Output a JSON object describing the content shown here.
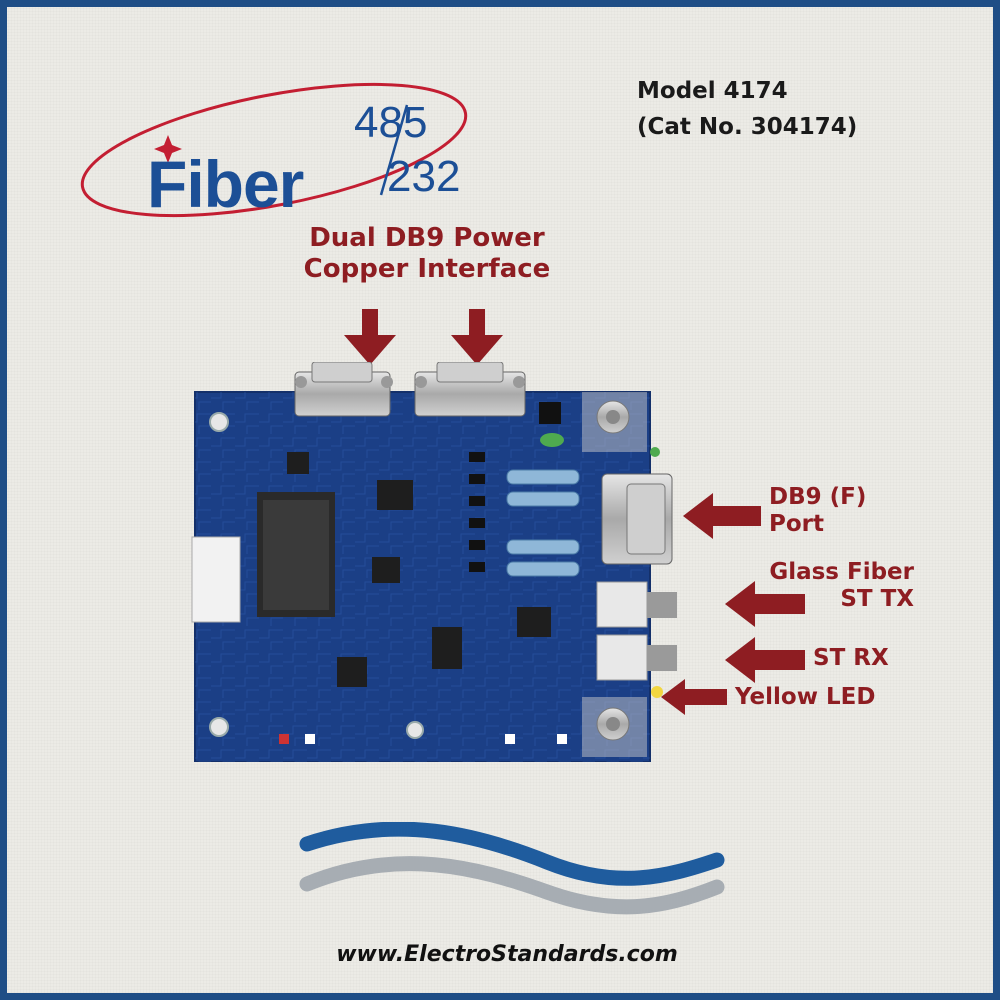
{
  "logo": {
    "word": "Fiber",
    "num_top": "485",
    "num_bottom": "232",
    "colors": {
      "ellipse": "#c31e32",
      "text": "#1c4f96"
    }
  },
  "model": {
    "line1": "Model 4174",
    "line2": "(Cat No. 304174)"
  },
  "callouts": {
    "top_line1": "Dual DB9 Power",
    "top_line2": "Copper Interface",
    "db9_line1": "DB9 (F)",
    "db9_line2": "Port",
    "fiber_line1": "Glass Fiber",
    "fiber_line2": "ST TX",
    "strx": "ST RX",
    "led": "Yellow LED"
  },
  "website": "www.ElectroStandards.com",
  "colors": {
    "frame": "#1f4e86",
    "callout": "#8e1d22",
    "board": "#1b3f86",
    "wave_blue": "#1f5c9e",
    "wave_gray": "#a7adb3"
  }
}
